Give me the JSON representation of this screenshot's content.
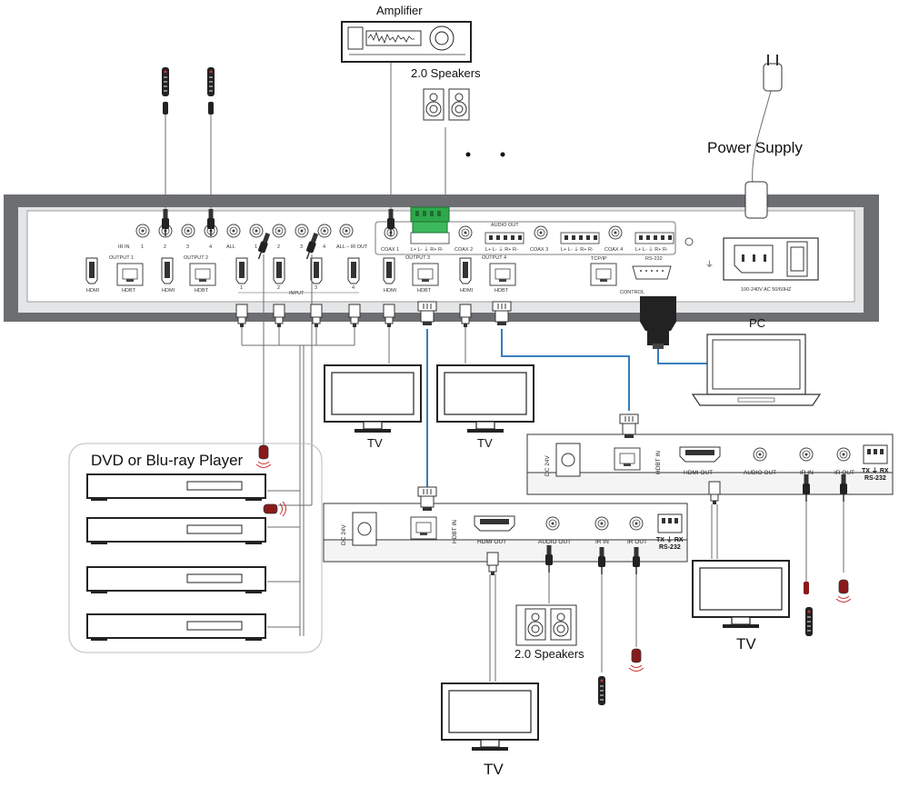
{
  "labels": {
    "amplifier": "Amplifier",
    "speakers_top": "2.0 Speakers",
    "power_supply": "Power Supply",
    "pc": "PC",
    "dvd_player": "DVD or Blu-ray Player",
    "tv": "TV",
    "speakers_bottom": "2.0 Speakers"
  },
  "matrix": {
    "ir_in": "IR IN",
    "ir_nums": [
      "1",
      "2",
      "3",
      "4"
    ],
    "all": "ALL",
    "all_ir_out": "ALL – IR OUT",
    "coax1": "COAX 1",
    "coax2": "COAX 2",
    "coax3": "COAX 3",
    "coax4": "COAX 4",
    "audio_out": "AUDIO OUT",
    "lr_pins": "L+ L- ⏚ R+ R-",
    "outputs": [
      "OUTPUT 1",
      "OUTPUT 2",
      "OUTPUT 3",
      "OUTPUT 4"
    ],
    "hdmi": "HDMI",
    "hdbt": "HDBT",
    "input": "INPUT",
    "input_nums": [
      "1",
      "2",
      "3",
      "4"
    ],
    "tcpip": "TCP/IP",
    "rs232": "RS-232",
    "control": "CONTROL",
    "power_rating": "100-240V AC 50/60HZ"
  },
  "receiver": {
    "dc24v": "DC 24V",
    "hdbt_in": "HDBT IN",
    "hdmi_out": "HDMI OUT",
    "audio_out": "AUDIO OUT",
    "ir_in": "IR IN",
    "ir_out": "IR OUT",
    "txrx": "TX ⏚ RX",
    "rs232": "RS-232"
  }
}
